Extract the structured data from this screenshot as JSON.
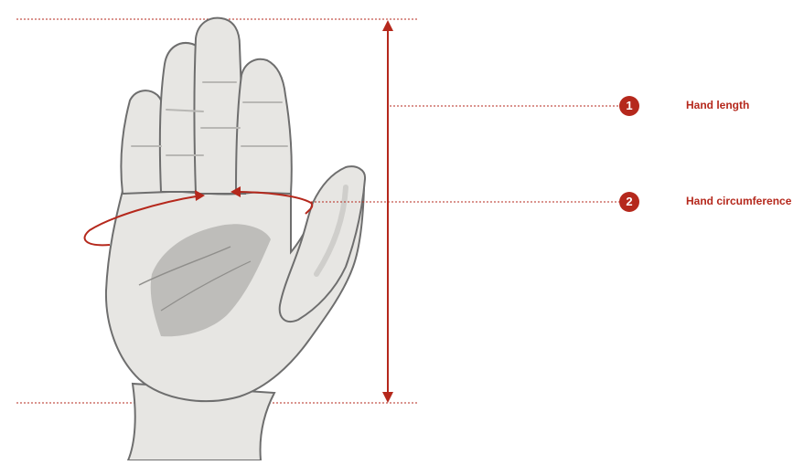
{
  "colors": {
    "accent": "#b5281c",
    "skin": "#e7e6e3",
    "skin_shade": "#cfcecb",
    "palm_shadow": "#b0afac",
    "outline": "#6e6e6e"
  },
  "measurements": [
    {
      "number": "1",
      "label": "Hand length"
    },
    {
      "number": "2",
      "label": "Hand circumference"
    }
  ]
}
